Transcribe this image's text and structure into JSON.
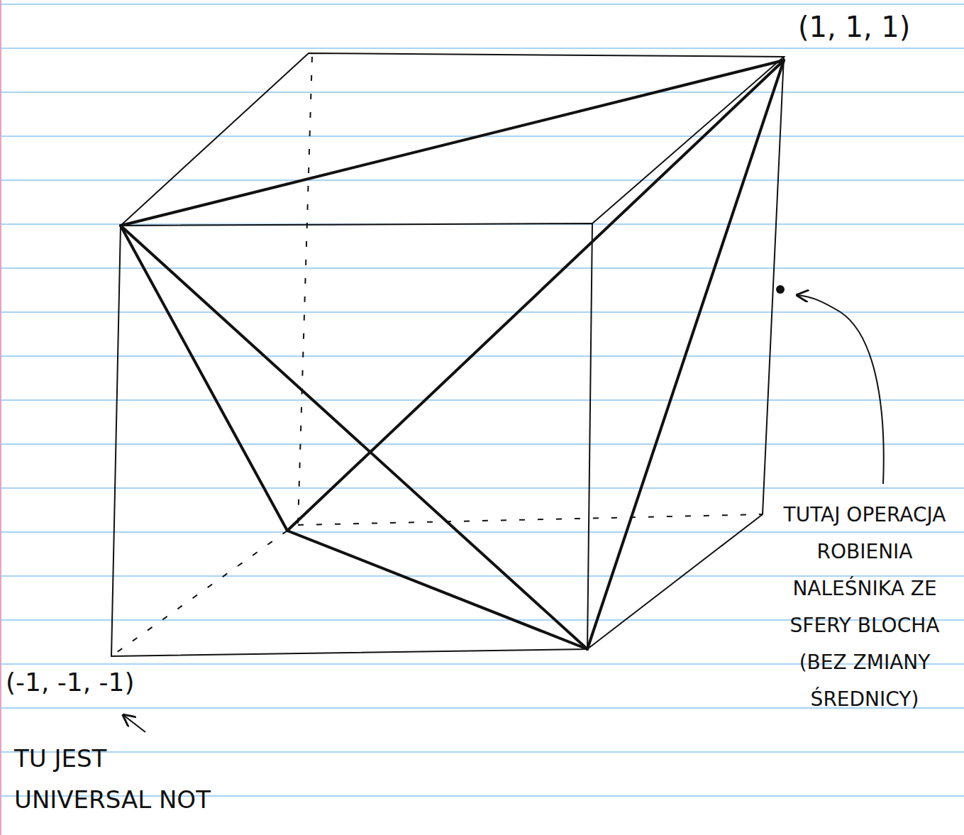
{
  "diagram": {
    "labels": [
      "(1, 1, 1)",
      "(-1, -1, -1)",
      "TU JEST UNIVERSAL NOT",
      "TUTAJ OPERACJA ROBIENIA NALEŚNIKA ZE SFERY BLOCHA (BEZ ZMIANY ŚREDNICY)"
    ]
  }
}
